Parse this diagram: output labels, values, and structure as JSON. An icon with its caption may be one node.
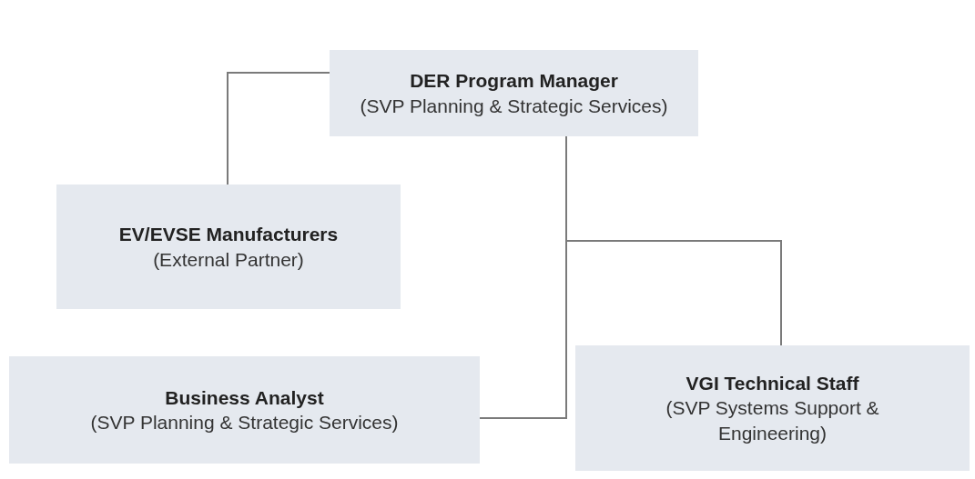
{
  "diagram": {
    "nodes": [
      {
        "text": [
          "DER Program Manager",
          "(SVP Planning & Strategic Services)"
        ]
      },
      {
        "text": [
          "EV/EVSE Manufacturers",
          "(External Partner)"
        ]
      },
      {
        "text": [
          "Business Analyst",
          "(SVP Planning & Strategic Services)"
        ]
      },
      {
        "text": [
          "VGI Technical Staff",
          "(SVP Systems Support & Engineering)"
        ]
      }
    ],
    "edges": [
      {
        "from": 0,
        "to": 1,
        "arrow": "none"
      },
      {
        "from": 0,
        "to": 2,
        "arrow": "none"
      },
      {
        "from": 0,
        "to": 3,
        "arrow": "none"
      }
    ]
  }
}
